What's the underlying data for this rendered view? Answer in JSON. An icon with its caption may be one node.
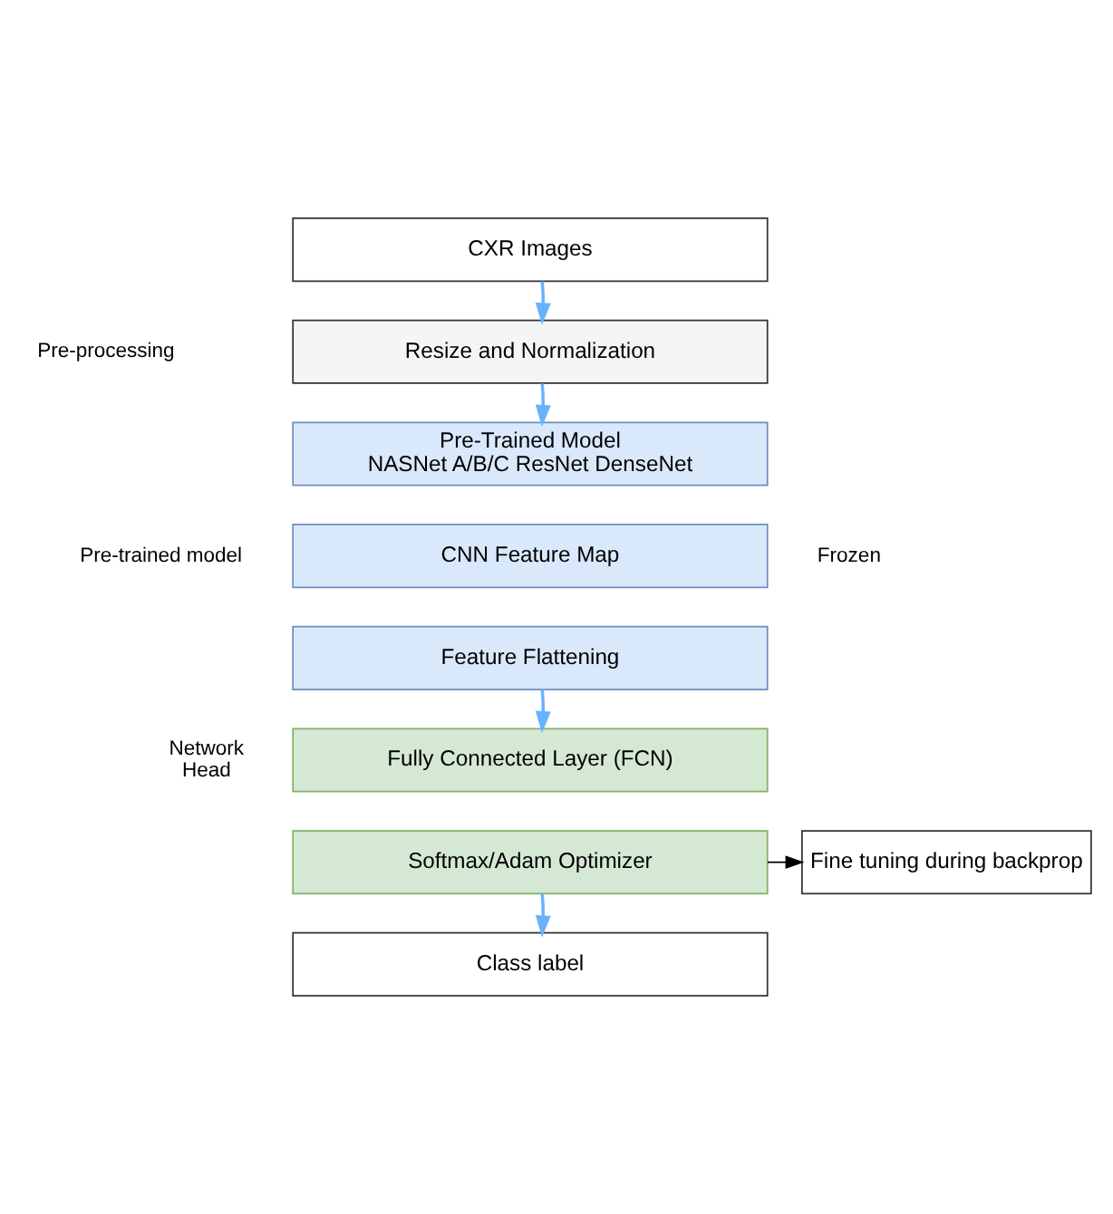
{
  "diagram": {
    "nodes": [
      {
        "text": [
          "CXR Images"
        ]
      },
      {
        "text": [
          "Resize and Normalization"
        ]
      },
      {
        "text": [
          "Pre-Trained Model",
          "NASNet A/B/C ResNet DenseNet"
        ]
      },
      {
        "text": [
          "CNN Feature Map"
        ]
      },
      {
        "text": [
          "Feature Flattening"
        ]
      },
      {
        "text": [
          "Fully Connected Layer (FCN)"
        ]
      },
      {
        "text": [
          "Softmax/Adam Optimizer"
        ]
      },
      {
        "text": [
          "Fine tuning during backprop"
        ]
      },
      {
        "text": [
          "Class label"
        ]
      }
    ],
    "edges": [
      {
        "from": 0,
        "to": 1,
        "arrow": "to"
      },
      {
        "from": 1,
        "to": 2,
        "arrow": "to"
      },
      {
        "from": 4,
        "to": 5,
        "arrow": "to"
      },
      {
        "from": 6,
        "to": 7,
        "arrow": "to",
        "color": "#000000"
      },
      {
        "from": 6,
        "to": 8,
        "arrow": "to"
      }
    ],
    "labels": [
      "Pre-processing",
      "Pre-trained model",
      "Frozen",
      "Network Head"
    ]
  }
}
